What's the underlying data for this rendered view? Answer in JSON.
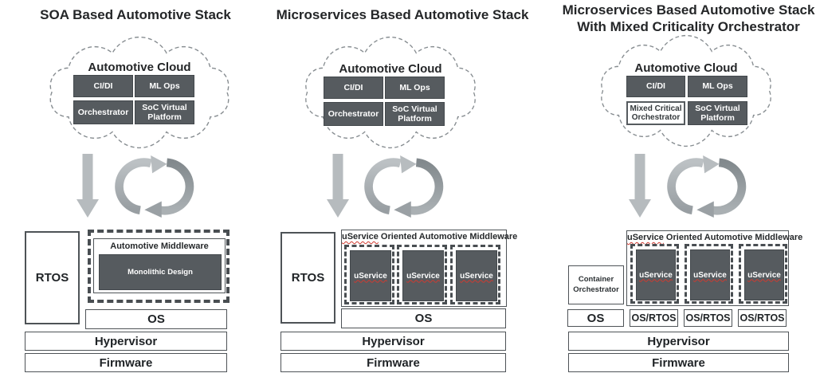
{
  "colors": {
    "dark_box": "#565b5f",
    "dashed_border": "#494e52",
    "arrow_light": "#b6bbbe",
    "arrow_dark": "#8d9397",
    "squiggle_red": "#cf3a30"
  },
  "columns": [
    {
      "title": "SOA Based Automotive Stack",
      "cloud": {
        "label": "Automotive Cloud",
        "boxes": [
          {
            "label": "CI/DI"
          },
          {
            "label": "ML Ops"
          },
          {
            "label": "Orchestrator"
          },
          {
            "label": "SoC Virtual Platform"
          }
        ]
      },
      "stack": {
        "rtos": "RTOS",
        "middleware_title": "Automotive Middleware",
        "monolithic": "Monolithic Design",
        "os": "OS",
        "hypervisor": "Hypervisor",
        "firmware": "Firmware"
      }
    },
    {
      "title": "Microservices Based Automotive Stack",
      "cloud": {
        "label": "Automotive Cloud",
        "boxes": [
          {
            "label": "CI/DI"
          },
          {
            "label": "ML Ops"
          },
          {
            "label": "Orchestrator"
          },
          {
            "label": "SoC Virtual Platform"
          }
        ]
      },
      "stack": {
        "rtos": "RTOS",
        "middleware_title_u": "uService",
        "middleware_title_rest": " Oriented Automotive Middleware",
        "uservices": [
          "uService",
          "uService",
          "uService"
        ],
        "os": "OS",
        "hypervisor": "Hypervisor",
        "firmware": "Firmware"
      }
    },
    {
      "title": "Microservices Based Automotive Stack",
      "title2": "With Mixed Criticality Orchestrator",
      "cloud": {
        "label": "Automotive Cloud",
        "boxes": [
          {
            "label": "CI/DI"
          },
          {
            "label": "ML Ops"
          },
          {
            "label": "Mixed Critical Orchestrator"
          },
          {
            "label": "SoC Virtual Platform"
          }
        ]
      },
      "stack": {
        "container_orchestrator": "Container Orchestrator",
        "middleware_title_u": "uService",
        "middleware_title_rest": " Oriented Automotive Middleware",
        "uservices": [
          "uService",
          "uService",
          "uService"
        ],
        "os": "OS",
        "os_rtos": [
          "OS/RTOS",
          "OS/RTOS",
          "OS/RTOS"
        ],
        "hypervisor": "Hypervisor",
        "firmware": "Firmware"
      }
    }
  ]
}
